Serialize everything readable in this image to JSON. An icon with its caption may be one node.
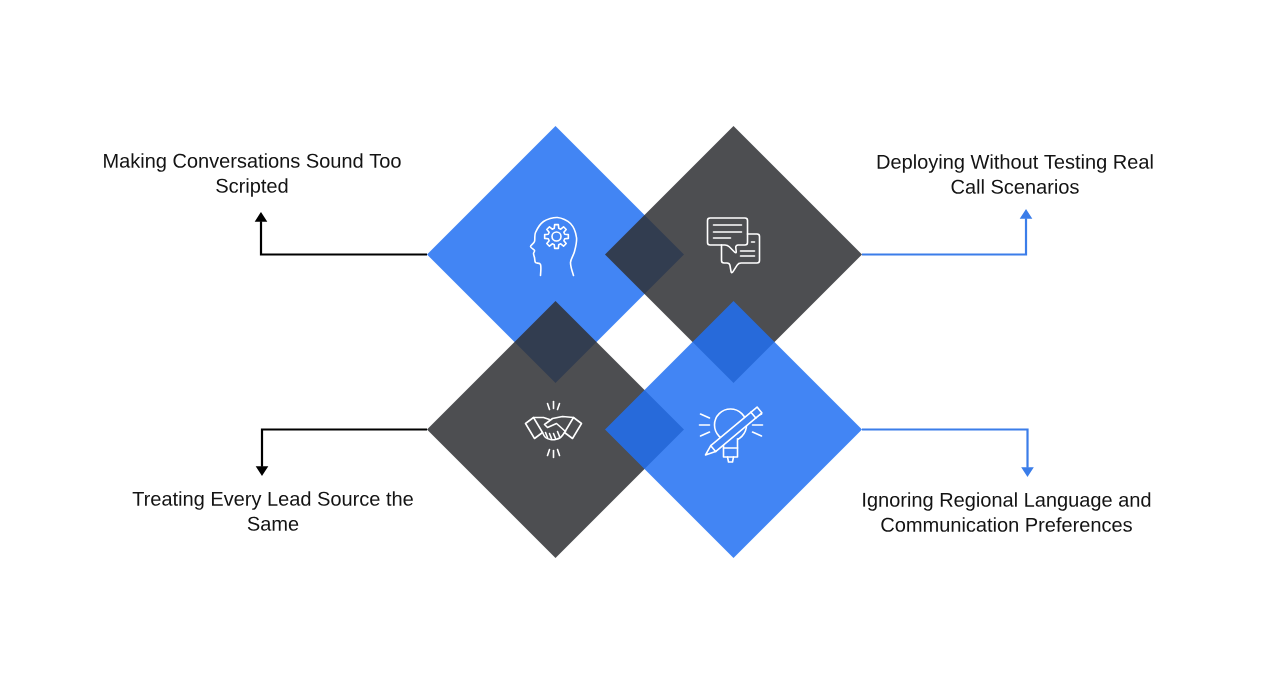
{
  "diagram": {
    "nodes": [
      {
        "text": [
          "Making Conversations Sound Too Scripted"
        ]
      },
      {
        "text": [],
        "shape": "diamond"
      },
      {
        "text": [],
        "shape": "diamond"
      },
      {
        "text": [
          "Deploying Without Testing Real Call Scenarios"
        ]
      },
      {
        "text": [],
        "shape": "diamond"
      },
      {
        "text": [],
        "shape": "diamond"
      },
      {
        "text": [
          "Treating Every Lead Source the Same"
        ]
      },
      {
        "text": [
          "Ignoring Regional Language and Communication Preferences"
        ]
      }
    ],
    "edges": [
      {
        "from": 1,
        "to": 0,
        "arrow": "to"
      },
      {
        "from": 2,
        "to": 3,
        "arrow": "to",
        "color": "#3b7de9"
      },
      {
        "from": 4,
        "to": 6,
        "arrow": "to"
      },
      {
        "from": 5,
        "to": 7,
        "arrow": "to",
        "color": "#3b7de9"
      }
    ]
  }
}
